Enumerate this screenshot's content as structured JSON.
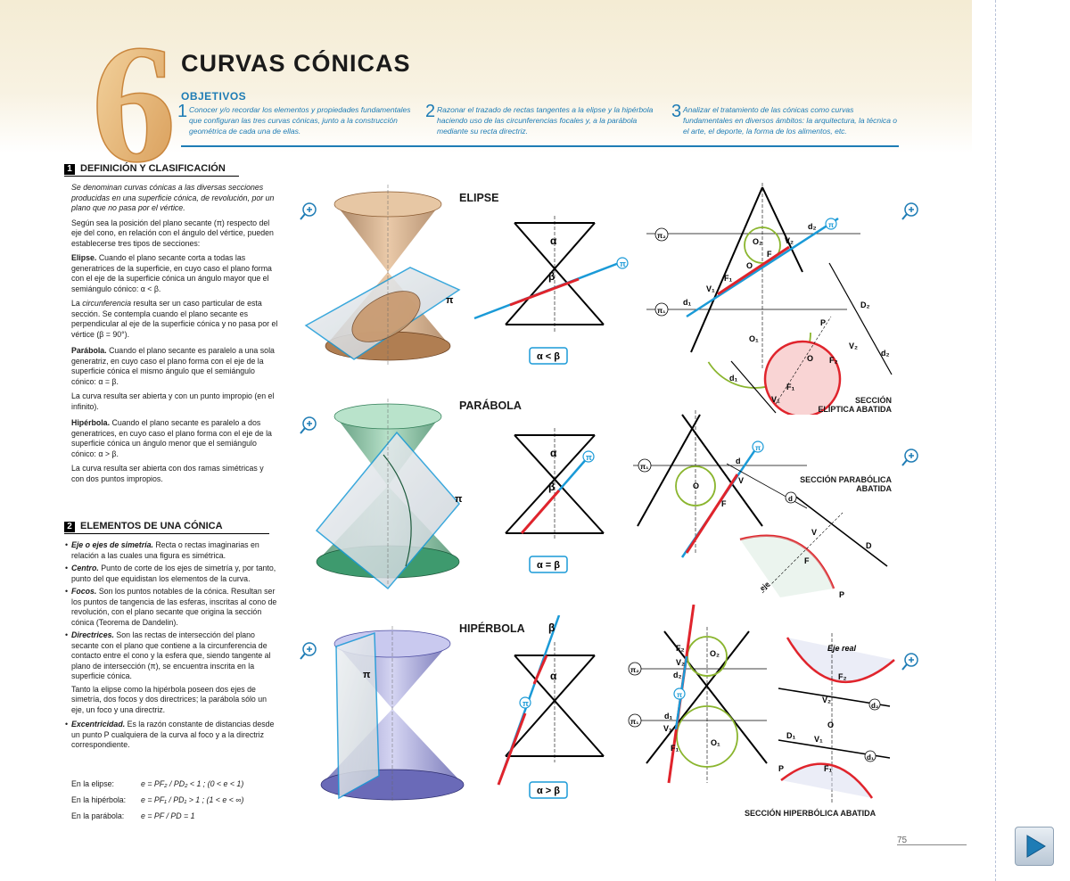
{
  "chapter": {
    "number": "6",
    "title": "CURVAS CÓNICAS"
  },
  "objectives": {
    "label": "OBJETIVOS",
    "items": [
      {
        "n": "1",
        "text": "Conocer y/o recordar los elementos y propiedades fundamentales que configuran las tres curvas cónicas, junto a la construcción geométrica de cada una de ellas."
      },
      {
        "n": "2",
        "text": "Razonar el trazado de rectas tangentes a la elipse y la hipérbola haciendo uso de las circunferencias focales y, a la parábola mediante su recta directriz."
      },
      {
        "n": "3",
        "text": "Analizar el tratamiento de las cónicas como curvas fundamentales en diversos ámbitos: la arquitectura, la técnica o el arte, el deporte, la forma de los alimentos, etc."
      }
    ]
  },
  "section1": {
    "num": "1",
    "title": "DEFINICIÓN Y CLASIFICACIÓN",
    "intro": "Se denominan curvas cónicas a las diversas secciones producidas en una superficie cónica, de revolución, por un plano que no pasa por el vértice.",
    "p2": "Según sea la posición del plano secante (π) respecto del eje del cono, en relación con el ángulo del vértice, pueden establecerse tres tipos de secciones:",
    "elipse_head": "Elipse.",
    "elipse_text": "Cuando el plano secante corta a todas las generatrices de la superficie, en cuyo caso el plano forma con el eje de la superficie cónica un ángulo mayor que el semiángulo cónico: α < β.",
    "circ_pre": "La",
    "circ_em": "circunferencia",
    "circ_text": "resulta ser un caso particular de esta sección. Se contempla cuando el plano secante es perpendicular al eje de la superficie cónica y no pasa por el vértice (β = 90°).",
    "parabola_head": "Parábola.",
    "parabola_text": "Cuando el plano secante es paralelo a una sola generatriz, en cuyo caso el plano forma con el eje de la superficie cónica el mismo ángulo que el semiángulo cónico: α = β.",
    "parabola_text2": "La curva resulta ser abierta y con un punto impropio (en el infinito).",
    "hiperbola_head": "Hipérbola.",
    "hiperbola_text": "Cuando el plano secante es paralelo a dos generatrices, en cuyo caso el plano forma con el eje de la superficie cónica un ángulo menor que el semiángulo cónico: α > β.",
    "hiperbola_text2": "La curva resulta ser abierta con dos ramas simétricas y con dos puntos impropios."
  },
  "section2": {
    "num": "2",
    "title": "ELEMENTOS DE UNA CÓNICA",
    "items": [
      {
        "head": "Eje o ejes de simetría.",
        "text": "Recta o rectas imaginarias en relación a las cuales una figura es simétrica."
      },
      {
        "head": "Centro.",
        "text": "Punto de corte de los ejes de simetría y, por tanto, punto del que equidistan los elementos de la curva."
      },
      {
        "head": "Focos.",
        "text": "Son los puntos notables de la cónica. Resultan ser los puntos de tangencia de las esferas, inscritas al cono de revolución, con el plano secante que origina la sección cónica (Teorema de Dandelin)."
      },
      {
        "head": "Directrices.",
        "text": "Son las rectas de intersección del plano secante con el plano que contiene a la circunferencia de contacto entre el cono y la esfera que, siendo tangente al plano de intersección (π), se encuentra inscrita en la superficie cónica."
      }
    ],
    "note": "Tanto la elipse como la hipérbola poseen dos ejes de simetría, dos focos y dos directrices; la parábola sólo un eje, un foco y una directriz.",
    "exc_head": "Excentricidad.",
    "exc_text": "Es la razón constante de distancias desde un punto P cualquiera de la curva al foco y a la directriz correspondiente.",
    "formulas": [
      {
        "label": "En la elipse:",
        "expr": "e = PF₂ / PD₂ < 1 ; (0 < e < 1)"
      },
      {
        "label": "En la hipérbola:",
        "expr": "e = PF₁ / PD₁ > 1 ; (1 < e < ∞)"
      },
      {
        "label": "En la parábola:",
        "expr": "e = PF / PD = 1"
      }
    ]
  },
  "figures": {
    "elipse": {
      "label": "ELIPSE",
      "relation": "α < β",
      "section": [
        "SECCIÓN",
        "ELÍPTICA ABATIDA"
      ]
    },
    "parabola": {
      "label": "PARÁBOLA",
      "relation": "α = β",
      "section": [
        "SECCIÓN PARABÓLICA",
        "ABATIDA"
      ]
    },
    "hiperbola": {
      "label": "HIPÉRBOLA",
      "relation": "α > β",
      "section": [
        "SECCIÓN HIPERBÓLICA ABATIDA"
      ]
    }
  },
  "symbols": {
    "pi": "π",
    "pi1": "π₁",
    "pi2": "π₂",
    "pi1_alt": "π₁",
    "alpha": "α",
    "beta": "β",
    "O": "O",
    "O1": "O₁",
    "O2": "O₂",
    "F": "F",
    "F1": "F₁",
    "F2": "F₂",
    "V": "V",
    "V1": "V₁",
    "V2": "V₂",
    "d": "d",
    "d1": "d₁",
    "d2": "d₂",
    "D": "D",
    "D1": "D₁",
    "D2": "D₂",
    "P": "P",
    "eje": "eje",
    "eje_real": "Eje real"
  },
  "page": {
    "number": "75"
  },
  "colors": {
    "accent": "#1e7cb5",
    "red": "#e0242c",
    "blue": "#1a9ad7",
    "green": "#8ab52e",
    "elipse_cone": "#a87a52",
    "parabola_cone": "#3e9a6e",
    "hiperbola_cone": "#6a6ab8"
  }
}
